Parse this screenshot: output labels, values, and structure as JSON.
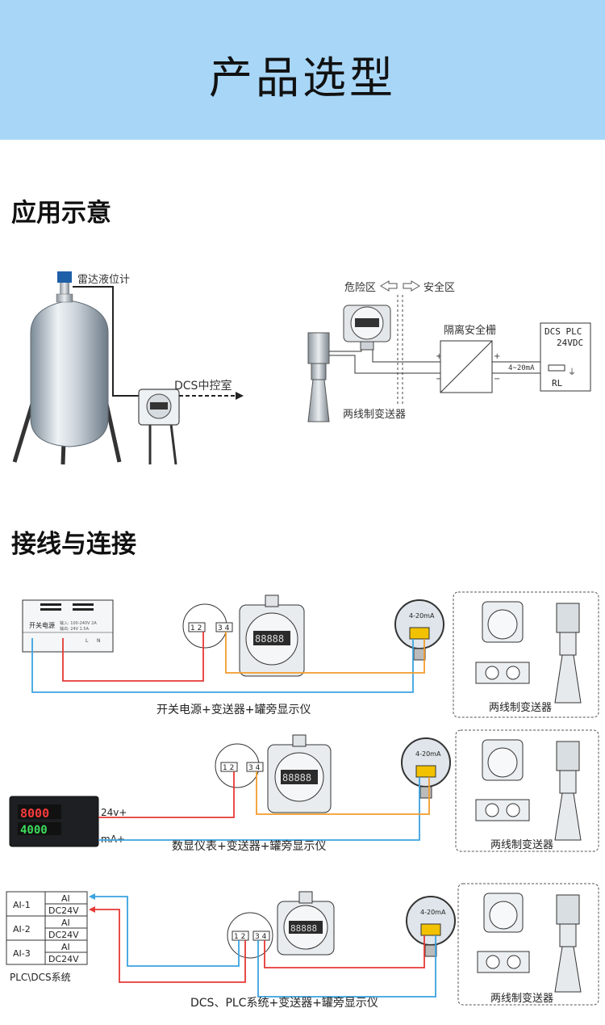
{
  "banner": {
    "title": "产品选型"
  },
  "sections": {
    "application": "应用示意",
    "wiring": "接线与连接"
  },
  "app_diagram": {
    "radar_label": "雷达液位计",
    "dcs_label": "DCS中控室",
    "hazard_label": "危险区",
    "safe_label": "安全区",
    "barrier_label": "隔离安全栅",
    "dcs_plc": "DCS PLC",
    "vdc": "24VDC",
    "current": "4~20mA",
    "rl": "RL",
    "plus": "+",
    "minus": "−",
    "transmitter_label": "两线制变送器"
  },
  "wiring1": {
    "psu_name": "开关电源",
    "psu_spec1": "输入: 100-240V 2A",
    "psu_spec2": "输出: 24V  1.5A",
    "psu_l": "L",
    "psu_n": "N",
    "terminal_left": "1 2",
    "terminal_right": "3 4",
    "display_digits": "88888",
    "gauge_label": "4-20mA",
    "caption": "开关电源+变送器+罐旁显示仪",
    "box_label": "两线制变送器"
  },
  "wiring2": {
    "meter_top": "8000",
    "meter_bottom": "4000",
    "label_24v": "24v+",
    "label_ma": "mA+",
    "terminal_left": "1 2",
    "terminal_right": "3 4",
    "display_digits": "88888",
    "gauge_label": "4-20mA",
    "caption": "数显仪表+变送器+罐旁显示仪",
    "box_label": "两线制变送器"
  },
  "wiring3": {
    "rows": [
      {
        "channel": "AI-1",
        "signals": [
          "AI",
          "DC24V"
        ]
      },
      {
        "channel": "AI-2",
        "signals": [
          "AI",
          "DC24V"
        ]
      },
      {
        "channel": "AI-3",
        "signals": [
          "AI",
          "DC24V"
        ]
      }
    ],
    "system_label": "PLC\\DCS系统",
    "terminal_left": "1 2",
    "terminal_right": "3 4",
    "display_digits": "88888",
    "gauge_label": "4-20mA",
    "caption": "DCS、PLC系统+变送器+罐旁显示仪",
    "box_label": "两线制变送器"
  },
  "colors": {
    "banner": "#a8d6f7",
    "red_wire": "#e53935",
    "blue_wire": "#3ba3e0",
    "orange_wire": "#f39c2b"
  }
}
